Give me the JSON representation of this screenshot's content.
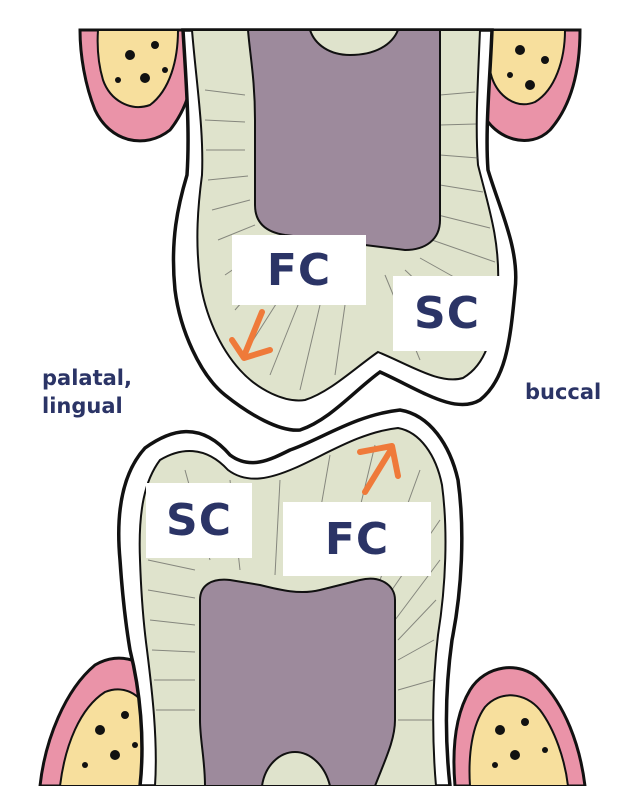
{
  "labels": {
    "upper_fc": "FC",
    "upper_sc": "SC",
    "lower_sc": "SC",
    "lower_fc": "FC",
    "palatal": "palatal,",
    "lingual": "lingual",
    "buccal": "buccal"
  },
  "colors": {
    "pulp": "#9d8a9c",
    "dentin": "#dfe3cc",
    "gingiva": "#ea93a8",
    "bone": "#f7df9d",
    "arrow": "#ef7a3a",
    "label_text": "#2b3466",
    "outline": "#111111"
  }
}
